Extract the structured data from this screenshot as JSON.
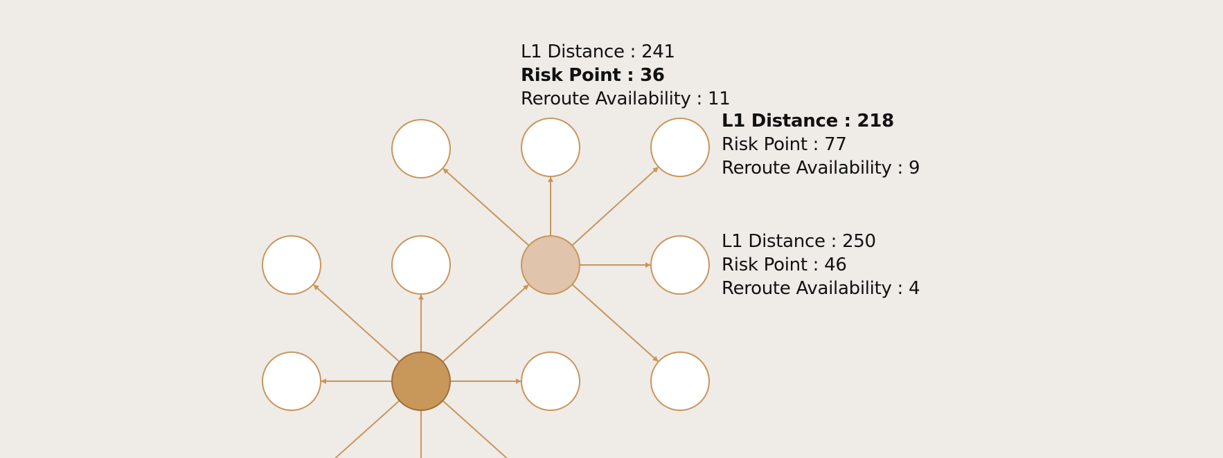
{
  "colors": {
    "background": "#efebe7",
    "node_stroke": "#c8955a",
    "node_fill": "#ffffff",
    "start_node_fill": "#c8975a",
    "start_node_stroke": "#a06e3a",
    "current_node_fill": "#e0c4ac",
    "edge": "#c8955a",
    "text": "#111111"
  },
  "labels": {
    "top": {
      "l1_distance": "L1 Distance : 241",
      "risk_point": "Risk Point : 36",
      "reroute": "Reroute Availability : 11",
      "bold_line": "risk_point"
    },
    "upper_right": {
      "l1_distance": "L1 Distance : 218",
      "risk_point": "Risk Point : 77",
      "reroute": "Reroute Availability : 9",
      "bold_line": "l1_distance"
    },
    "right": {
      "l1_distance": "L1 Distance : 250",
      "risk_point": "Risk Point : 46",
      "reroute": "Reroute Availability : 4",
      "bold_line": "none"
    }
  }
}
